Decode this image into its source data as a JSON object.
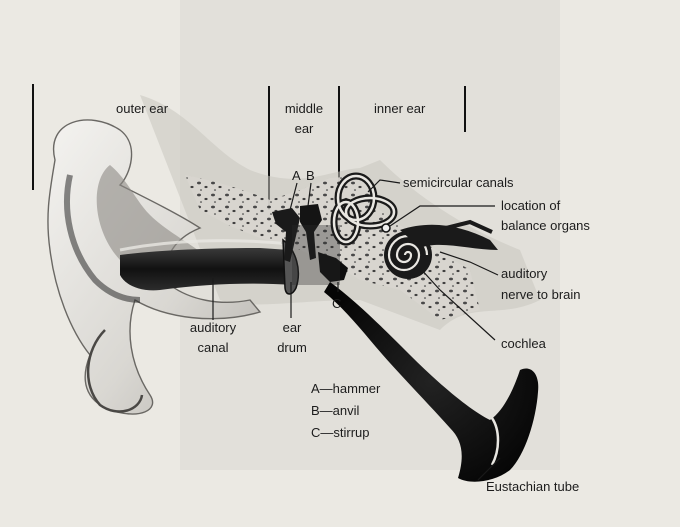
{
  "diagram": {
    "sections": {
      "outer_ear": "outer ear",
      "middle_ear_1": "middle",
      "middle_ear_2": "ear",
      "inner_ear": "inner ear"
    },
    "labels": {
      "ossicle_a": "A",
      "ossicle_b": "B",
      "ossicle_c": "C",
      "semicircular_canals": "semicircular canals",
      "balance_1": "location of",
      "balance_2": "balance organs",
      "auditory_nerve_1": "auditory",
      "auditory_nerve_2": "nerve to brain",
      "cochlea": "cochlea",
      "eustachian_tube": "Eustachian tube",
      "auditory_canal_1": "auditory",
      "auditory_canal_2": "canal",
      "ear_drum_1": "ear",
      "ear_drum_2": "drum"
    },
    "key": {
      "a": "A—hammer",
      "b": "B—anvil",
      "c": "C—stirrup"
    }
  }
}
